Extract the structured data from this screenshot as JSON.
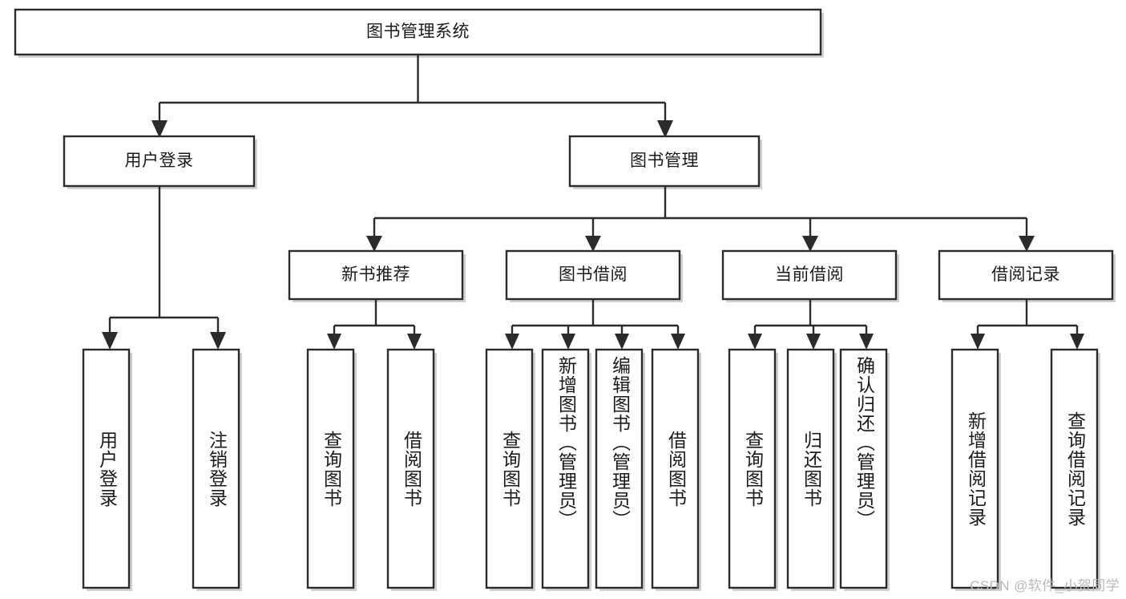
{
  "diagram": {
    "type": "tree-hierarchy-chart",
    "title": "图书管理系统",
    "orientation": "top-down",
    "colors": {
      "box_stroke": "#2b2b2b",
      "box_fill": "#ffffff",
      "connector": "#2b2b2b",
      "text": "#1b1b1b",
      "watermark": "#b9b9b9",
      "background": "#ffffff"
    },
    "root": {
      "label": "图书管理系统",
      "text_orientation": "horizontal"
    },
    "level2": [
      {
        "label": "用户登录",
        "text_orientation": "horizontal"
      },
      {
        "label": "图书管理",
        "text_orientation": "horizontal"
      }
    ],
    "level3": [
      {
        "label": "新书推荐",
        "text_orientation": "horizontal"
      },
      {
        "label": "图书借阅",
        "text_orientation": "horizontal"
      },
      {
        "label": "当前借阅",
        "text_orientation": "horizontal"
      },
      {
        "label": "借阅记录",
        "text_orientation": "horizontal"
      }
    ],
    "leaves": {
      "user_login": [
        {
          "label": "用户登录",
          "text_orientation": "vertical"
        },
        {
          "label": "注销登录",
          "text_orientation": "vertical"
        }
      ],
      "new_book_recommend": [
        {
          "label": "查询图书",
          "text_orientation": "vertical"
        },
        {
          "label": "借阅图书",
          "text_orientation": "vertical"
        }
      ],
      "book_borrow": [
        {
          "label": "查询图书",
          "text_orientation": "vertical"
        },
        {
          "label": "新增图书（管理员）",
          "text_orientation": "vertical"
        },
        {
          "label": "编辑图书（管理员）",
          "text_orientation": "vertical"
        },
        {
          "label": "借阅图书",
          "text_orientation": "vertical"
        }
      ],
      "current_borrow": [
        {
          "label": "查询图书",
          "text_orientation": "vertical"
        },
        {
          "label": "归还图书",
          "text_orientation": "vertical"
        },
        {
          "label": "确认归还（管理员）",
          "text_orientation": "vertical"
        }
      ],
      "borrow_record": [
        {
          "label": "新增借阅记录",
          "text_orientation": "vertical"
        },
        {
          "label": "查询借阅记录",
          "text_orientation": "vertical"
        }
      ]
    },
    "edges": [
      {
        "from": "图书管理系统",
        "to": "用户登录"
      },
      {
        "from": "图书管理系统",
        "to": "图书管理"
      },
      {
        "from": "图书管理",
        "to": "新书推荐"
      },
      {
        "from": "图书管理",
        "to": "图书借阅"
      },
      {
        "from": "图书管理",
        "to": "当前借阅"
      },
      {
        "from": "图书管理",
        "to": "借阅记录"
      },
      {
        "from": "用户登录",
        "to": "用户登录(叶)"
      },
      {
        "from": "用户登录",
        "to": "注销登录"
      },
      {
        "from": "新书推荐",
        "to": "查询图书"
      },
      {
        "from": "新书推荐",
        "to": "借阅图书"
      },
      {
        "from": "图书借阅",
        "to": "查询图书"
      },
      {
        "from": "图书借阅",
        "to": "新增图书（管理员）"
      },
      {
        "from": "图书借阅",
        "to": "编辑图书（管理员）"
      },
      {
        "from": "图书借阅",
        "to": "借阅图书"
      },
      {
        "from": "当前借阅",
        "to": "查询图书"
      },
      {
        "from": "当前借阅",
        "to": "归还图书"
      },
      {
        "from": "当前借阅",
        "to": "确认归还（管理员）"
      },
      {
        "from": "借阅记录",
        "to": "新增借阅记录"
      },
      {
        "from": "借阅记录",
        "to": "查询借阅记录"
      }
    ]
  },
  "watermark": {
    "text": "CSDN @软件_小贺同学"
  }
}
